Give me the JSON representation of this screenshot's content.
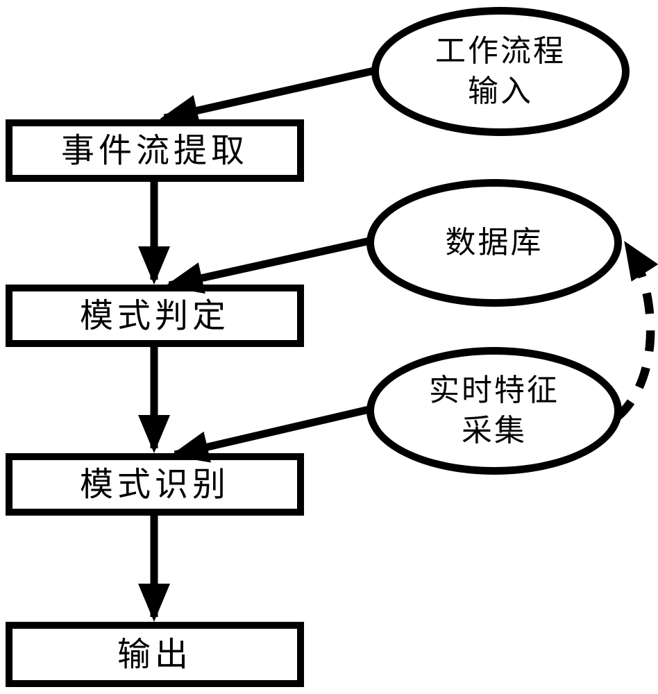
{
  "page": {
    "background": "#ffffff",
    "stroke_color": "#000000",
    "text_color": "#000000"
  },
  "diagram": {
    "type": "flowchart",
    "nodes": {
      "workflow_input": {
        "shape": "ellipse",
        "lines": [
          "工作流程",
          "输入"
        ]
      },
      "event_stream_extraction": {
        "shape": "rect",
        "label": "事件流提取"
      },
      "database": {
        "shape": "ellipse",
        "lines": [
          "数据库"
        ]
      },
      "pattern_determination": {
        "shape": "rect",
        "label": "模式判定"
      },
      "realtime_feature_collection": {
        "shape": "ellipse",
        "lines": [
          "实时特征",
          "采集"
        ]
      },
      "pattern_recognition": {
        "shape": "rect",
        "label": "模式识别"
      },
      "output": {
        "shape": "rect",
        "label": "输出"
      }
    },
    "edges": [
      {
        "from": "workflow_input",
        "to": "event_stream_extraction",
        "style": "solid-arrow"
      },
      {
        "from": "event_stream_extraction",
        "to": "pattern_determination",
        "style": "solid-arrow"
      },
      {
        "from": "database",
        "to": "pattern_determination",
        "style": "solid-arrow"
      },
      {
        "from": "pattern_determination",
        "to": "pattern_recognition",
        "style": "solid-arrow"
      },
      {
        "from": "realtime_feature_collection",
        "to": "pattern_recognition",
        "style": "solid-arrow"
      },
      {
        "from": "pattern_recognition",
        "to": "output",
        "style": "solid-arrow"
      },
      {
        "from": "realtime_feature_collection",
        "to": "database",
        "style": "dashed-arrow"
      }
    ]
  }
}
